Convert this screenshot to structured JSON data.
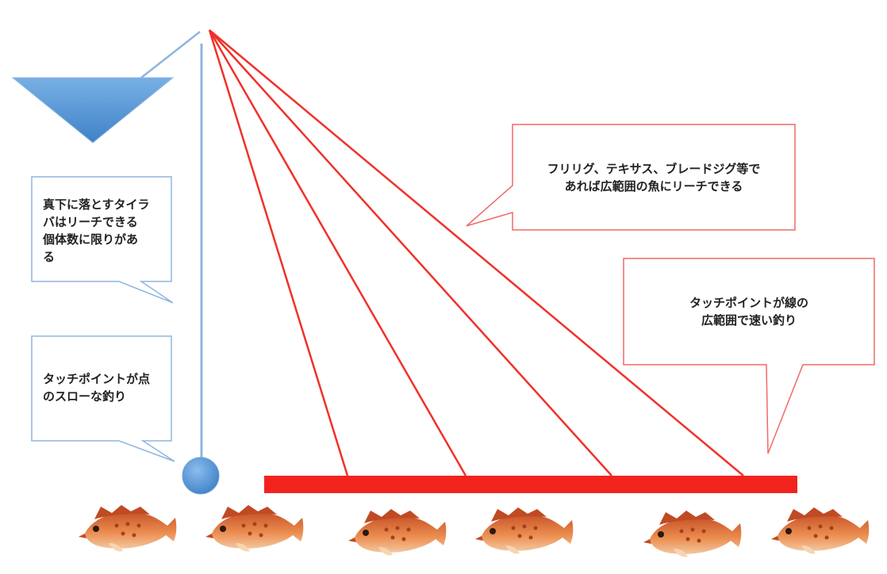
{
  "colors": {
    "sinking_line": "#8fb6de",
    "sinking_weight": "#5b9bd5",
    "boat": "#5b9bd5",
    "jig_lines": "#f0312a",
    "bottom_bar": "#f2231d",
    "blue_callout_border": "#8fb6de",
    "red_callout_border": "#f06a66",
    "fish_body": "#e07a3e"
  },
  "icons": {
    "boat": "boat-triangle-icon",
    "weight": "sinker-weight-icon",
    "fish": "rockfish-icon"
  },
  "callouts": {
    "tairaba": "真下に落とすタイラ\nバはリーチできる\n個体数に限りがあ\nる",
    "point_slow": "タッチポイントが点\nのスローな釣り",
    "wide_jigs": "フリリグ、テキサス、ブレードジグ等で\nあれば広範囲の魚にリーチできる",
    "line_fast": "タッチポイントが線の\n広範囲で速い釣り"
  }
}
